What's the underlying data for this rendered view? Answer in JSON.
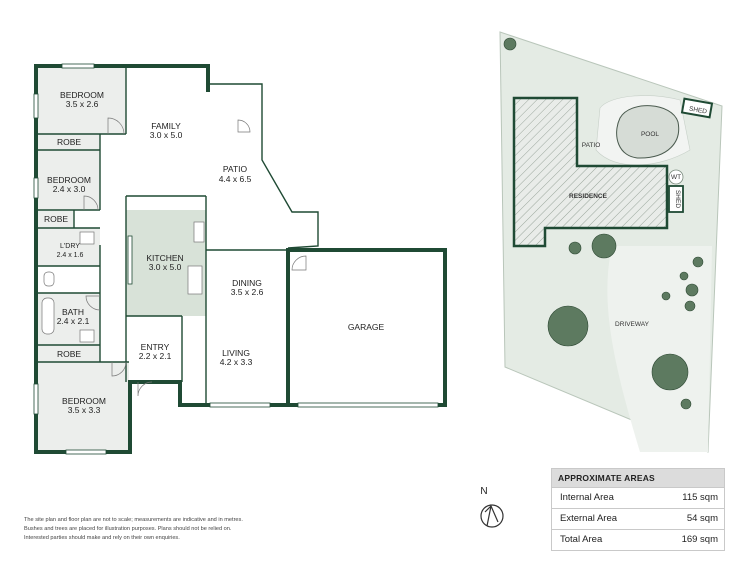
{
  "floor_plan": {
    "rooms": [
      {
        "name": "BEDROOM",
        "size": "3.5 x 2.6"
      },
      {
        "name": "FAMILY",
        "size": "3.0 x 5.0"
      },
      {
        "name": "BEDROOM",
        "size": "2.4 x 3.0"
      },
      {
        "name": "PATIO",
        "size": "4.4 x 6.5"
      },
      {
        "name": "L'DRY",
        "size": "2.4 x 1.6"
      },
      {
        "name": "KITCHEN",
        "size": "3.0 x 5.0"
      },
      {
        "name": "DINING",
        "size": "3.5 x 2.6"
      },
      {
        "name": "BATH",
        "size": "2.4 x 2.1"
      },
      {
        "name": "ENTRY",
        "size": "2.2 x 2.1"
      },
      {
        "name": "LIVING",
        "size": "4.2 x 3.3"
      },
      {
        "name": "BEDROOM",
        "size": "3.5 x 3.3"
      }
    ],
    "robes": [
      "ROBE",
      "ROBE",
      "ROBE"
    ],
    "garage": "GARAGE"
  },
  "site_plan": {
    "labels": [
      "SHED",
      "POOL",
      "PATIO",
      "WT",
      "RESIDENCE",
      "SHED",
      "DRIVEWAY"
    ]
  },
  "compass": "N",
  "areas": {
    "title": "APPROXIMATE AREAS",
    "rows": [
      {
        "label": "Internal Area",
        "value": "115 sqm"
      },
      {
        "label": "External Area",
        "value": "54 sqm"
      },
      {
        "label": "Total Area",
        "value": "169 sqm"
      }
    ]
  },
  "disclaimer": [
    "The site plan and floor plan are not to scale; measurements are indicative and in metres.",
    "Bushes and trees are placed for illustration purposes. Plans should not be relied on.",
    "Interested parties should make and rely on their own enquiries."
  ],
  "colors": {
    "wall": "#1f4a34",
    "room_fill": "#eceeec",
    "kitchen_fill": "#d8e2d8",
    "site_fill": "#e4ebe4",
    "tree": "#5d7a60"
  }
}
